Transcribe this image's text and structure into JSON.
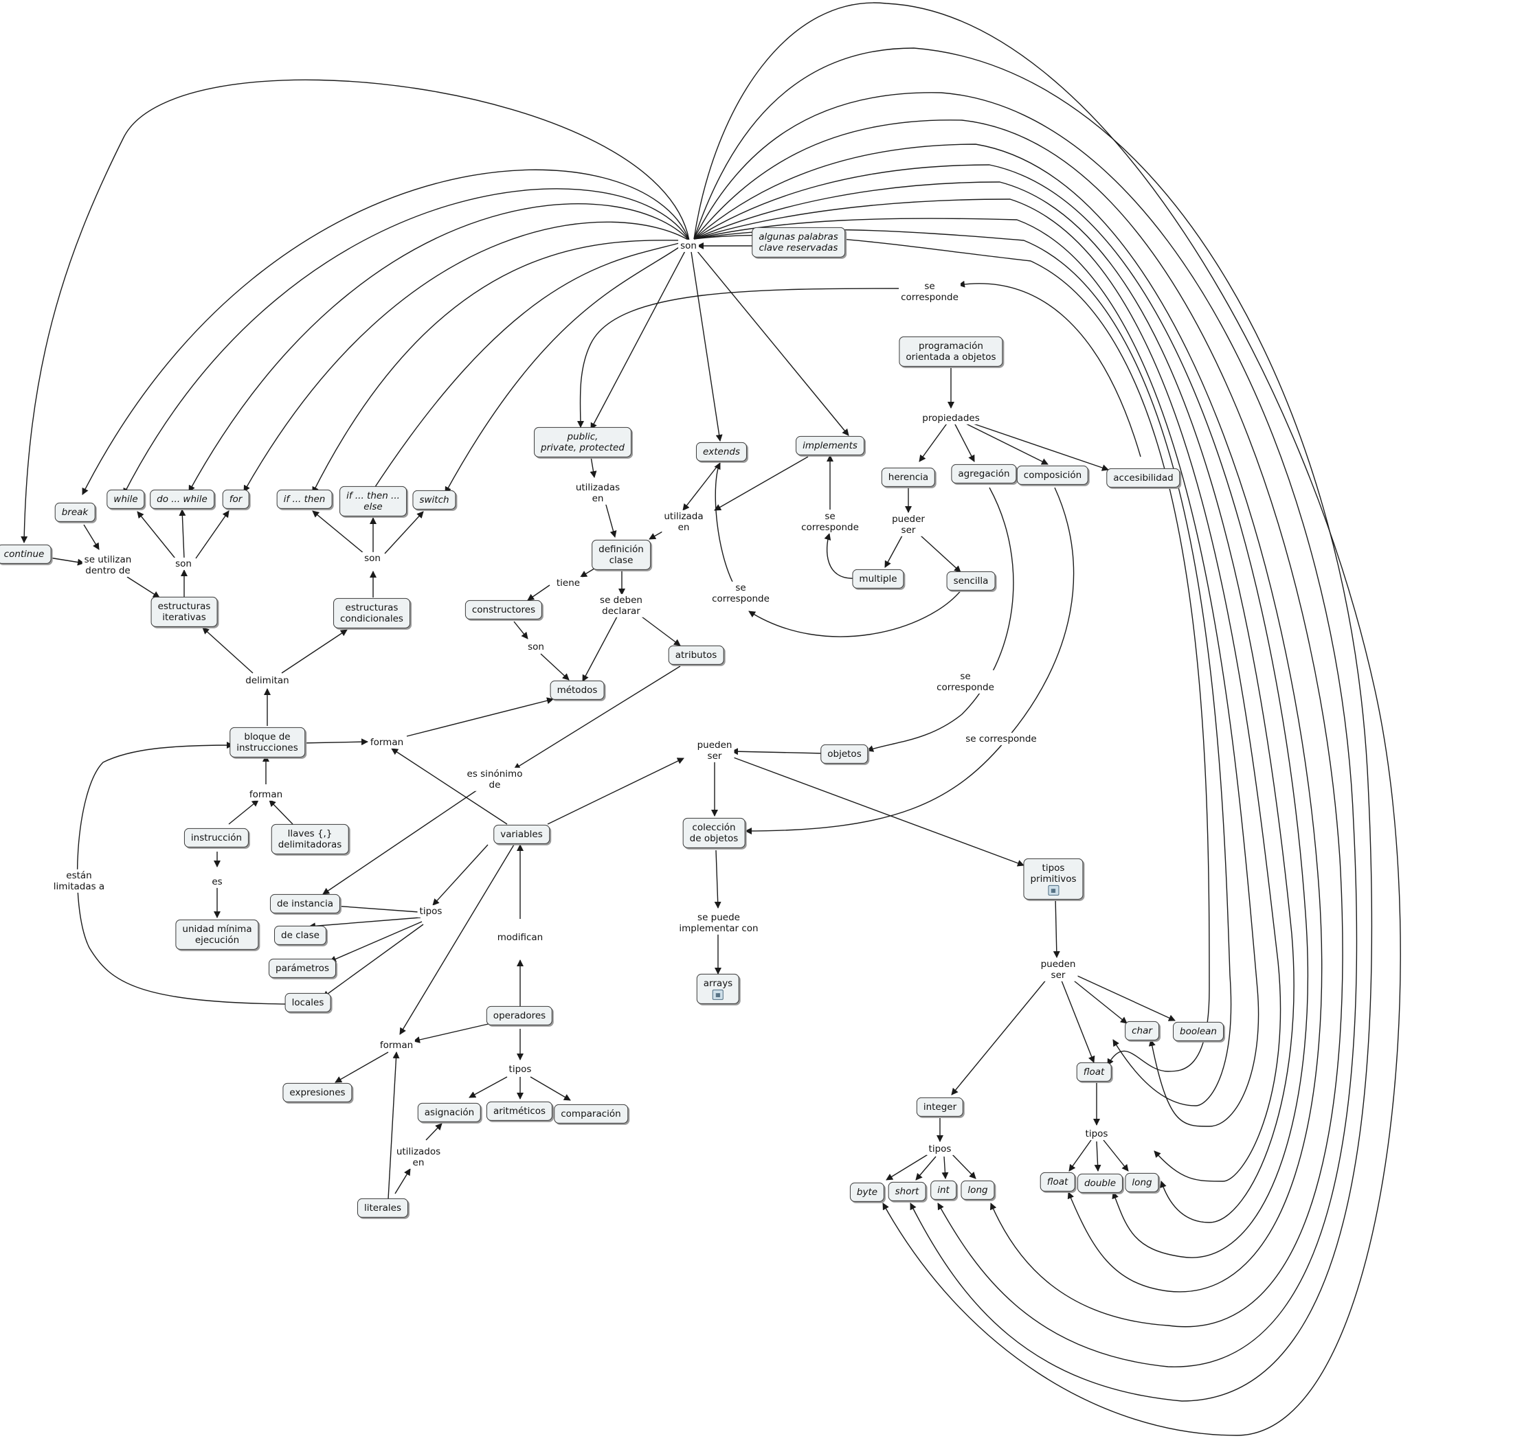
{
  "nodes": {
    "algunas": "algunas palabras\nclave reservadas",
    "progPOO": "programación\norientada a objetos",
    "public": "public,\nprivate, protected",
    "extends": "extends",
    "implements": "implements",
    "herencia": "herencia",
    "agregacion": "agregación",
    "composicion": "composición",
    "accesibilidad": "accesibilidad",
    "break": "break",
    "while": "while",
    "dowhile": "do ... while",
    "for": "for",
    "ifthen": "if ... then",
    "ifthenelse": "if ... then ...\nelse",
    "switch": "switch",
    "continue": "continue",
    "estrIter": "estructuras\niterativas",
    "estrCond": "estructuras\ncondicionales",
    "definicion": "definición\nclase",
    "constructores": "constructores",
    "atributos": "atributos",
    "metodos": "métodos",
    "multiple": "multiple",
    "sencilla": "sencilla",
    "bloque": "bloque de\ninstrucciones",
    "instruccion": "instrucción",
    "llaves": "llaves {,}\ndelimitadoras",
    "unidad": "unidad mínima\nejecución",
    "variables": "variables",
    "objetos": "objetos",
    "coleccion": "colección\nde objetos",
    "tiposPrim": "tipos\nprimitivos",
    "deInstancia": "de instancia",
    "deClase": "de clase",
    "parametros": "parámetros",
    "locales": "locales",
    "arrays": "arrays",
    "operadores": "operadores",
    "expresiones": "expresiones",
    "asignacion": "asignación",
    "aritmeticos": "aritméticos",
    "comparacion": "comparación",
    "literales": "literales",
    "integer": "integer",
    "floatT": "float",
    "char": "char",
    "boolean": "boolean",
    "byte": "byte",
    "short": "short",
    "int": "int",
    "long": "long",
    "float2": "float",
    "double": "double",
    "long2": "long"
  },
  "links": {
    "son": "son",
    "seCorrTop": "se\ncorresponde",
    "propiedades": "propiedades",
    "utilizadasEn": "utilizadas\nen",
    "utilizadaEn": "utilizada\nen",
    "seCorrImpl": "se\ncorresponde",
    "puederSer": "pueder\nser",
    "seUtilizan": "se utilizan\ndentro de",
    "sonIter": "son",
    "sonCond": "son",
    "tiene": "tiene",
    "seDeben": "se deben\ndeclarar",
    "seCorrExt": "se\ncorresponde",
    "sonCons": "son",
    "delimitan": "delimitan",
    "seCorrAgr": "se\ncorresponde",
    "forman1": "forman",
    "puedenSer1": "pueden\nser",
    "esSinonimo": "es sinónimo\nde",
    "seCorrComp": "se corresponde",
    "forman2": "forman",
    "estanLim": "están\nlimitadas a",
    "es": "es",
    "tiposVar": "tipos",
    "sePuedeImpl": "se puede\nimplementar con",
    "modifican": "modifican",
    "puedenSer2": "pueden\nser",
    "forman3": "forman",
    "tiposOp": "tipos",
    "utilizadosEn": "utilizados\nen",
    "tiposInt": "tipos",
    "tiposFloat": "tipos"
  },
  "colors": {
    "line": "#1a1a1a",
    "node_fill": "#eef2f3",
    "node_border": "#3a3a3a"
  }
}
